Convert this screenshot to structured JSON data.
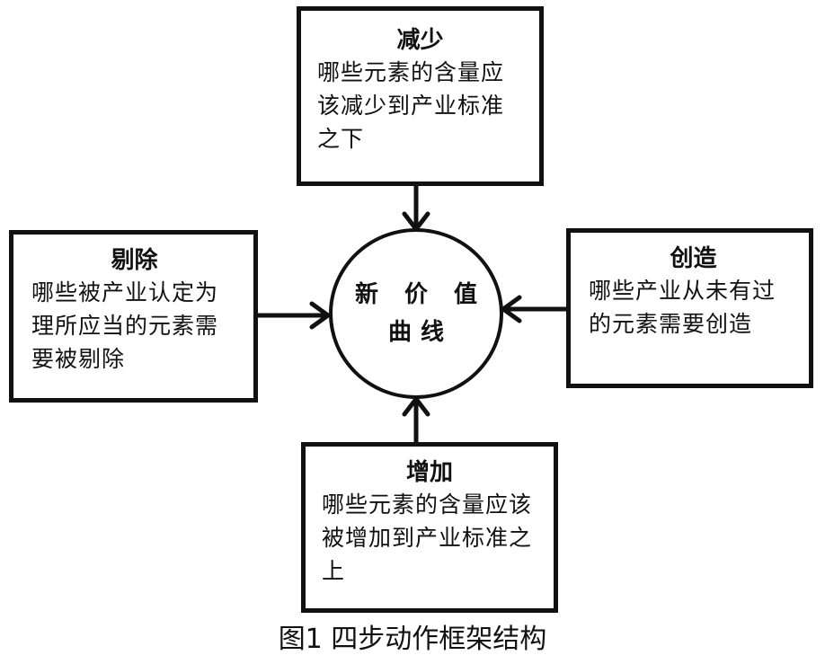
{
  "center": {
    "line1": "新 价 值",
    "line2": "曲线"
  },
  "boxes": {
    "top": {
      "title": "减少",
      "desc": "哪些元素的含量应该减少到产业标准之下"
    },
    "left": {
      "title": "剔除",
      "desc": "哪些被产业认定为理所应当的元素需要被剔除"
    },
    "right": {
      "title": "创造",
      "desc": "哪些产业从未有过的元素需要创造"
    },
    "bottom": {
      "title": "增加",
      "desc": "哪些元素的含量应该被增加到产业标准之上"
    }
  },
  "caption": "图1  四步动作框架结构"
}
